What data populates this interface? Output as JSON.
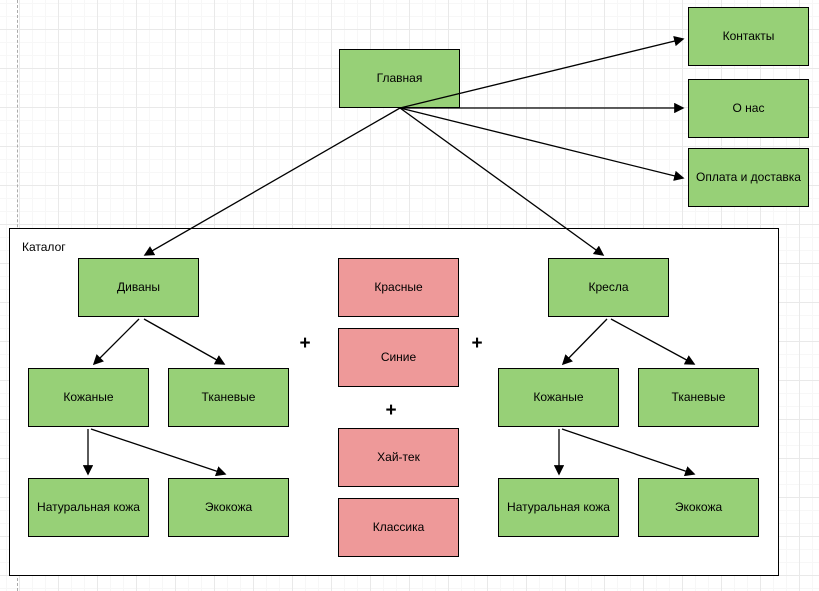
{
  "diagram": {
    "colors": {
      "node_green": "#97d077",
      "node_pink": "#ee9999",
      "border": "#000000",
      "container_background": "#ffffff"
    },
    "nodes": {
      "home": {
        "label": "Главная"
      },
      "contacts": {
        "label": "Контакты"
      },
      "about": {
        "label": "О нас"
      },
      "payment": {
        "label": "Оплата и доставка"
      },
      "catalog": {
        "label": "Каталог"
      },
      "sofas": {
        "label": "Диваны"
      },
      "sofas_leather": {
        "label": "Кожаные"
      },
      "sofas_fabric": {
        "label": "Тканевые"
      },
      "sofas_natural_leather": {
        "label": "Натуральная кожа"
      },
      "sofas_eco_leather": {
        "label": "Экокожа"
      },
      "colors_red": {
        "label": "Красные"
      },
      "colors_blue": {
        "label": "Синие"
      },
      "style_hitech": {
        "label": "Хай-тек"
      },
      "style_classic": {
        "label": "Классика"
      },
      "armchairs": {
        "label": "Кресла"
      },
      "armchairs_leather": {
        "label": "Кожаные"
      },
      "armchairs_fabric": {
        "label": "Тканевые"
      },
      "armchairs_natural_leather": {
        "label": "Натуральная кожа"
      },
      "armchairs_eco_leather": {
        "label": "Экокожа"
      }
    },
    "operators": {
      "plus_left": "+",
      "plus_right": "+",
      "plus_middle": "+"
    }
  }
}
